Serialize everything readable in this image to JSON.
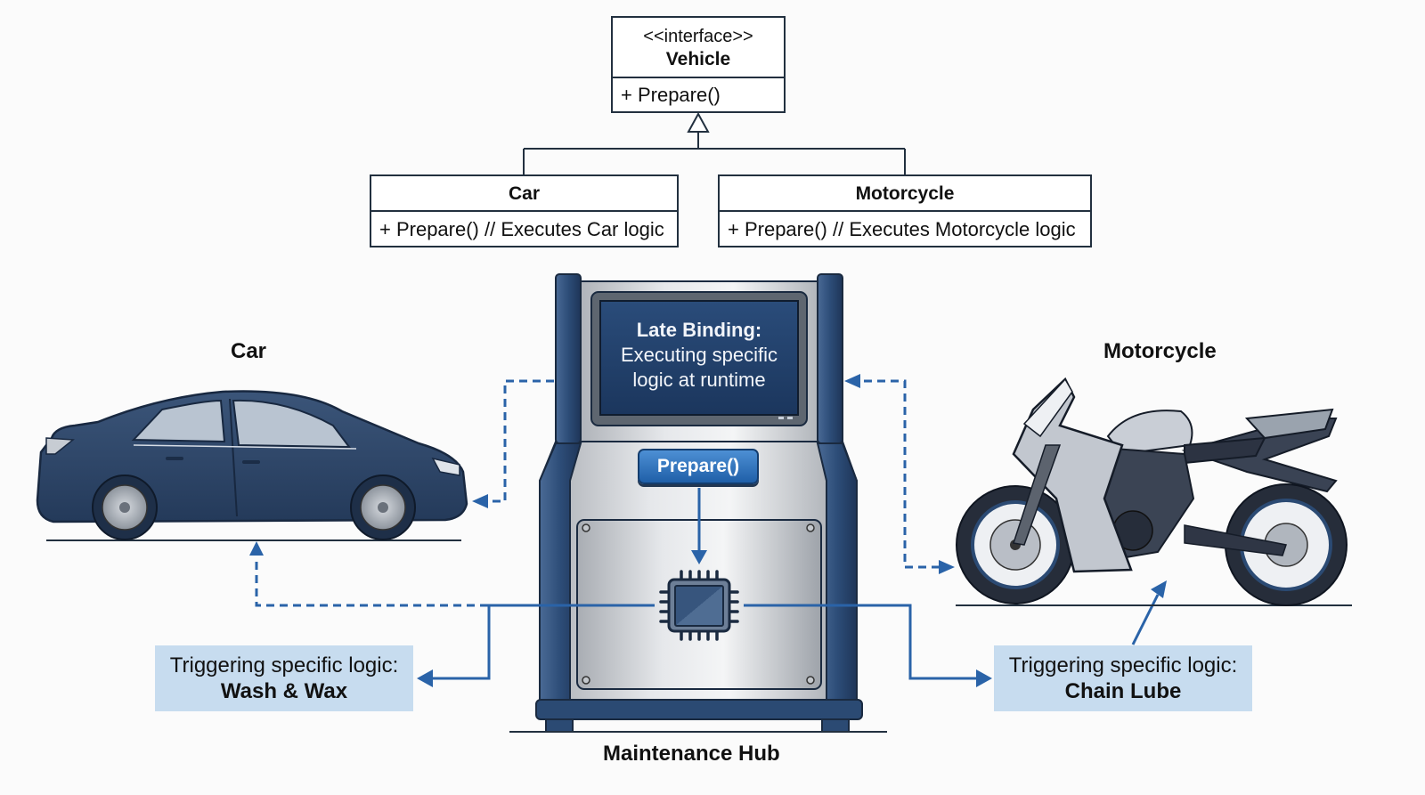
{
  "uml": {
    "interface": {
      "stereotype": "<<interface>>",
      "name": "Vehicle",
      "method": "+ Prepare()"
    },
    "car_class": {
      "name": "Car",
      "method": "+ Prepare() // Executes Car logic"
    },
    "motorcycle_class": {
      "name": "Motorcycle",
      "method": "+ Prepare() // Executes Motorcycle logic"
    }
  },
  "scene": {
    "car_label": "Car",
    "motorcycle_label": "Motorcycle",
    "hub": {
      "screen_title": "Late Binding:",
      "screen_line1": "Executing specific",
      "screen_line2": "logic at runtime",
      "button_label": "Prepare()",
      "label": "Maintenance Hub"
    },
    "car_logic": {
      "prefix": "Triggering specific logic:",
      "action": "Wash & Wax"
    },
    "motorcycle_logic": {
      "prefix": "Triggering specific logic:",
      "action": "Chain Lube"
    }
  },
  "colors": {
    "arrow_blue": "#2a63a8",
    "hub_navy": "#2b4a73",
    "car_body": "#2f4566",
    "logic_box_bg": "#c7dcef",
    "screen_bg": "#1f3d66"
  }
}
